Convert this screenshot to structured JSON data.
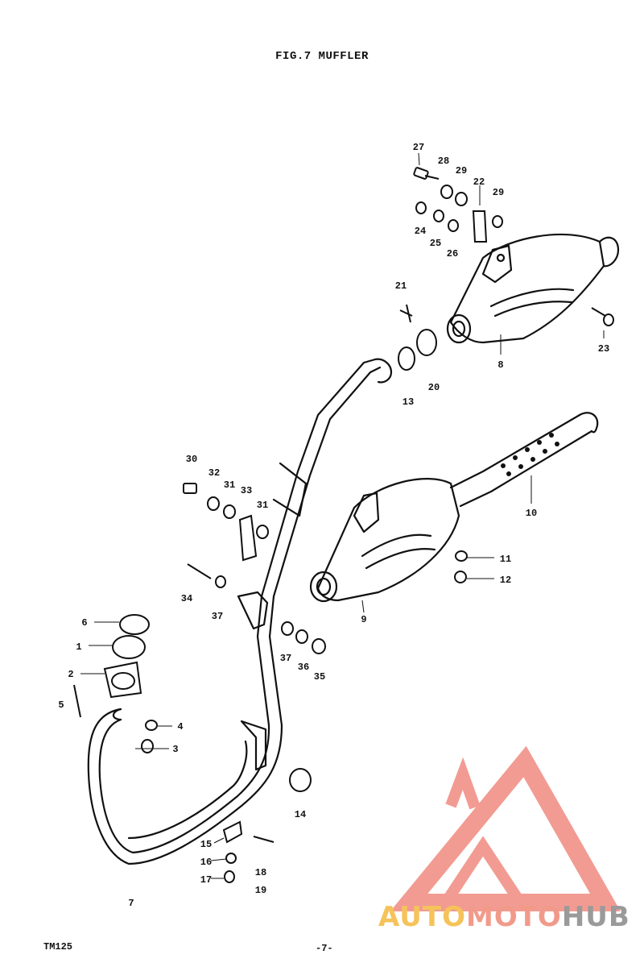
{
  "title": "FIG.7 MUFFLER",
  "footer": {
    "model": "TM125",
    "page": "-7-"
  },
  "watermark": {
    "part1": "AUTO",
    "part2": "MOTO",
    "part3": "HUB"
  },
  "labels": [
    "27",
    "28",
    "29",
    "22",
    "29",
    "24",
    "25",
    "26",
    "21",
    "23",
    "8",
    "13",
    "20",
    "30",
    "32",
    "31",
    "33",
    "31",
    "10",
    "34",
    "37",
    "11",
    "12",
    "9",
    "6",
    "1",
    "2",
    "5",
    "4",
    "3",
    "37",
    "36",
    "35",
    "14",
    "15",
    "16",
    "17",
    "18",
    "19",
    "7"
  ],
  "colors": {
    "ink": "#111111",
    "paper": "#ffffff",
    "wm_red": "#f08a80",
    "wm_yellow": "#f5c35a",
    "wm_gray": "#9a9a9a"
  }
}
